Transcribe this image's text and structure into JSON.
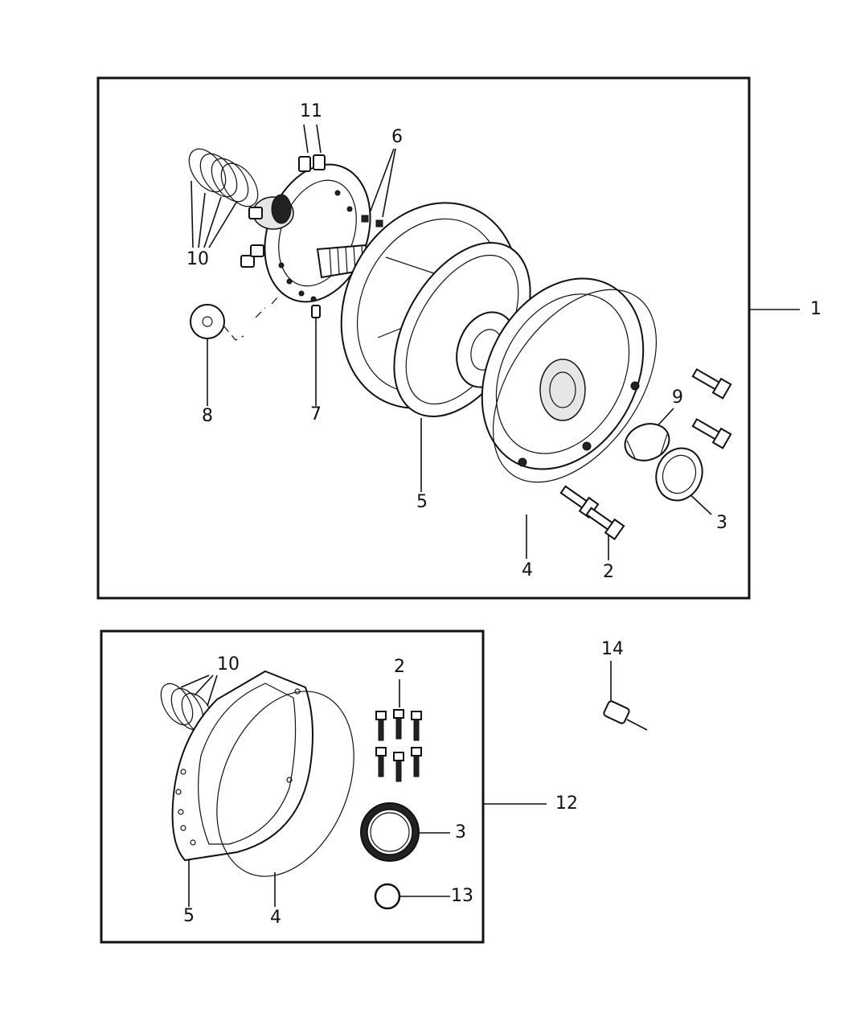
{
  "callouts": {
    "c1": "1",
    "c2_top": "2",
    "c3_top": "3",
    "c4_top": "4",
    "c5_top": "5",
    "c6": "6",
    "c7": "7",
    "c8": "8",
    "c9": "9",
    "c10_top": "10",
    "c11": "11",
    "c10_kit": "10",
    "c2_kit": "2",
    "c3_kit": "3",
    "c5_kit": "5",
    "c4_kit": "4",
    "c12": "12",
    "c13": "13",
    "c14": "14"
  }
}
